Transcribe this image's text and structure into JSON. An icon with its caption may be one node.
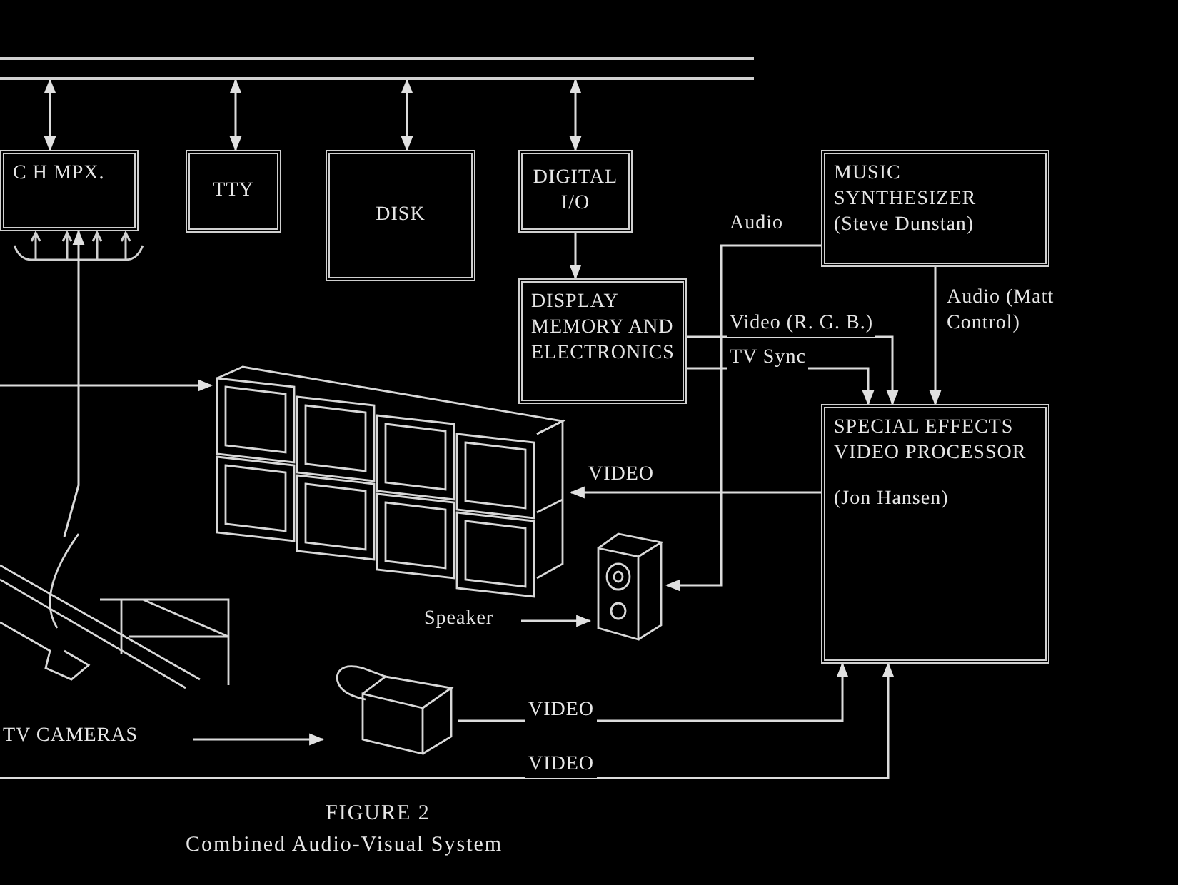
{
  "diagram": {
    "caption": "Combined Audio-Visual System",
    "nodes": [
      {
        "text": [],
        "shape": "bar"
      },
      {
        "text": [
          "C H MPX."
        ]
      },
      {
        "text": [
          "TTY"
        ]
      },
      {
        "text": [
          "DISK"
        ]
      },
      {
        "text": [
          "DIGITAL I/O"
        ]
      },
      {
        "text": [
          "DISPLAY MEMORY AND ELECTRONICS"
        ]
      },
      {
        "text": [
          "MUSIC SYNTHESIZER (Steve Dunstan)"
        ]
      },
      {
        "text": [
          "SPECIAL EFFECTS VIDEO PROCESSOR",
          "(Jon Hansen)"
        ]
      },
      {
        "text": [],
        "shape": "picture"
      },
      {
        "text": [],
        "shape": "picture"
      },
      {
        "text": [
          "Speaker"
        ]
      },
      {
        "text": [],
        "shape": "picture"
      },
      {
        "text": [
          "TV CAMERAS"
        ]
      },
      {
        "text": [],
        "shape": "picture"
      }
    ],
    "edges": [
      {
        "from": 0,
        "to": 1,
        "arrow": "both"
      },
      {
        "from": 0,
        "to": 2,
        "arrow": "both"
      },
      {
        "from": 0,
        "to": 3,
        "arrow": "both"
      },
      {
        "from": 0,
        "to": 4,
        "arrow": "both"
      },
      {
        "from": 4,
        "to": 5,
        "arrow": "to"
      },
      {
        "from": 13,
        "to": 1,
        "arrow": "to"
      },
      {
        "from": null,
        "to": 8,
        "arrow": "to"
      },
      {
        "from": 6,
        "to": 9,
        "arrow": "to",
        "label": "Audio"
      },
      {
        "from": 5,
        "to": 7,
        "arrow": "to",
        "label": "Video (R. G. B.)"
      },
      {
        "from": 5,
        "to": 7,
        "arrow": "to",
        "label": "TV Sync"
      },
      {
        "from": 6,
        "to": 7,
        "arrow": "to",
        "label": "Audio (Matt Control)"
      },
      {
        "from": 7,
        "to": 8,
        "arrow": "to",
        "label": "VIDEO"
      },
      {
        "from": 11,
        "to": 7,
        "arrow": "to",
        "label": "VIDEO"
      },
      {
        "from": null,
        "to": 7,
        "arrow": "to",
        "label": "VIDEO"
      },
      {
        "from": 12,
        "to": 11,
        "arrow": "to"
      },
      {
        "from": 10,
        "to": 9,
        "arrow": "to"
      }
    ],
    "labels": [
      "FIGURE 2"
    ]
  }
}
